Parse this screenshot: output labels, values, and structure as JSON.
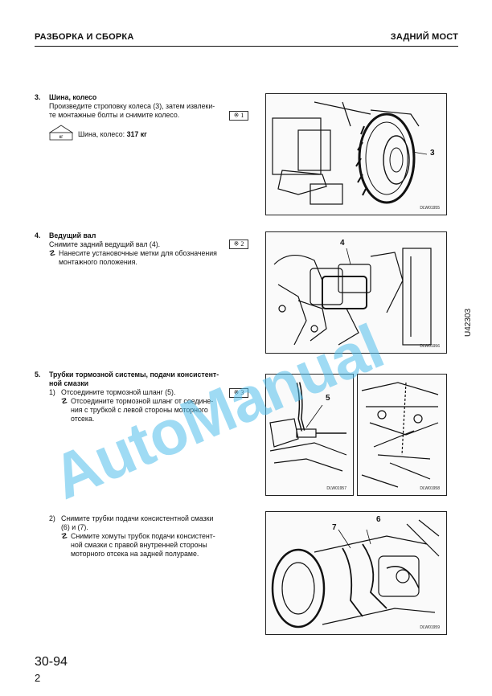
{
  "header": {
    "left": "РАЗБОРКА И СБОРКА",
    "right": "ЗАДНИЙ МОСТ"
  },
  "steps": [
    {
      "num": "3.",
      "title": "Шина, колесо",
      "lines": [
        "Произведите строповку колеса (3), затем извлеки-",
        "те монтажные болты и снимите колесо."
      ],
      "ref": "※ 1",
      "weight_icon": "кг",
      "weight_label": "Шина, колесо:",
      "weight_value": "317 кг"
    },
    {
      "num": "4.",
      "title": "Ведущий вал",
      "line": "Снимите задний ведущий вал (4).",
      "ref": "※ 2",
      "note_mark": "☡",
      "note": [
        "Нанесите установочные метки для обозначения",
        "монтажного положения."
      ]
    },
    {
      "num": "5.",
      "title": [
        "Трубки тормозной системы, подачи консистент-",
        "ной смазки"
      ],
      "sub1_num": "1)",
      "sub1": "Отсоедините тормозной шланг (5).",
      "ref": "※ 3",
      "note1_mark": "☡",
      "note1": [
        "Отсоедините тормозной шланг от соедине-",
        "ния с трубкой с левой стороны моторного",
        "отсека."
      ],
      "sub2_num": "2)",
      "sub2": [
        "Снимите трубки подачи консистентной смазки",
        "(6) и (7)."
      ],
      "note2_mark": "☡",
      "note2": [
        "Снимите хомуты трубок подачи консистент-",
        "ной смазки с правой внутренней стороны",
        "моторного отсека на задней полураме."
      ]
    }
  ],
  "figures": {
    "fig1": {
      "code": "DLW01955",
      "callout": "3"
    },
    "fig2": {
      "code": "DLW01956",
      "callout": "4"
    },
    "fig3": {
      "code": "DLW01957",
      "callout": "5"
    },
    "fig4": {
      "code": "DLW01958"
    },
    "fig5": {
      "code": "DLW01959",
      "callout_a": "6",
      "callout_b": "7"
    }
  },
  "side_code": "U42303",
  "watermark": "AutoManual",
  "footer": {
    "page": "30-94",
    "sub": "2"
  }
}
